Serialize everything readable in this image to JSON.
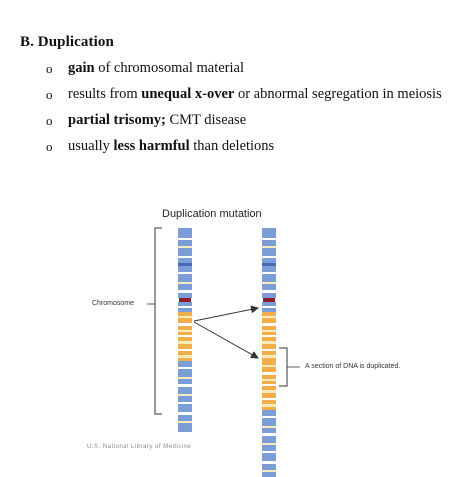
{
  "slide": {
    "heading": "B.  Duplication",
    "bullet_symbol": "o",
    "bullets": [
      {
        "parts": [
          {
            "b": true,
            "t": "gain"
          },
          {
            "b": false,
            "t": " of chromosomal material"
          }
        ]
      },
      {
        "parts": [
          {
            "b": false,
            "t": "results from "
          },
          {
            "b": true,
            "t": "unequal x-over"
          },
          {
            "b": false,
            "t": " or abnormal segregation in meiosis"
          }
        ]
      },
      {
        "parts": [
          {
            "b": true,
            "t": "partial trisomy;"
          },
          {
            "b": false,
            "t": " CMT disease"
          }
        ]
      },
      {
        "parts": [
          {
            "b": false,
            "t": "usually "
          },
          {
            "b": true,
            "t": "less harmful"
          },
          {
            "b": false,
            "t": " than deletions"
          }
        ]
      }
    ]
  },
  "figure": {
    "title": "Duplication mutation",
    "chromosome_label": "Chromosome",
    "duplication_label": "A section of DNA is duplicated.",
    "credit": "U.S. National Library of Medicine",
    "colors": {
      "blue": "#7b9ed8",
      "orange": "#f3ad4a",
      "cream": "#f6ebbb",
      "dark_blue": "#4b67b5",
      "centromere": "#8c1f2c",
      "line": "#333333"
    }
  }
}
